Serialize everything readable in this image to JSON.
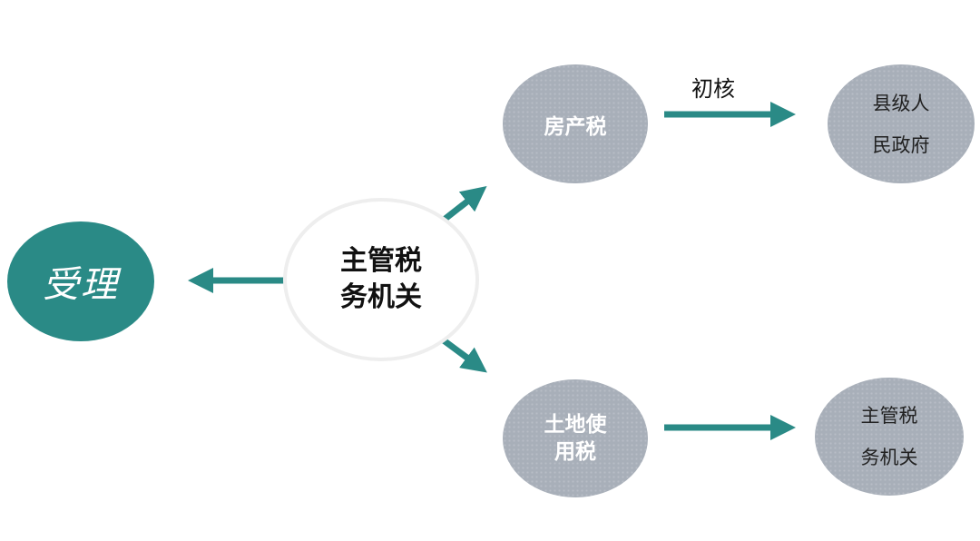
{
  "nodes": {
    "accept": "受理",
    "center": {
      "line1": "主管税",
      "line2": "务机关"
    },
    "fangchan": "房产税",
    "county": {
      "line1": "县级人",
      "line2": "民政府"
    },
    "land": {
      "line1": "土地使",
      "line2": "用税"
    },
    "taxoffice": {
      "line1": "主管税",
      "line2": "务机关"
    }
  },
  "edges": {
    "fangchan_to_county_label": "初核"
  },
  "colors": {
    "teal": "#2a8a86",
    "gray_node": "#a8afb9",
    "arrow": "#2a8a86"
  }
}
